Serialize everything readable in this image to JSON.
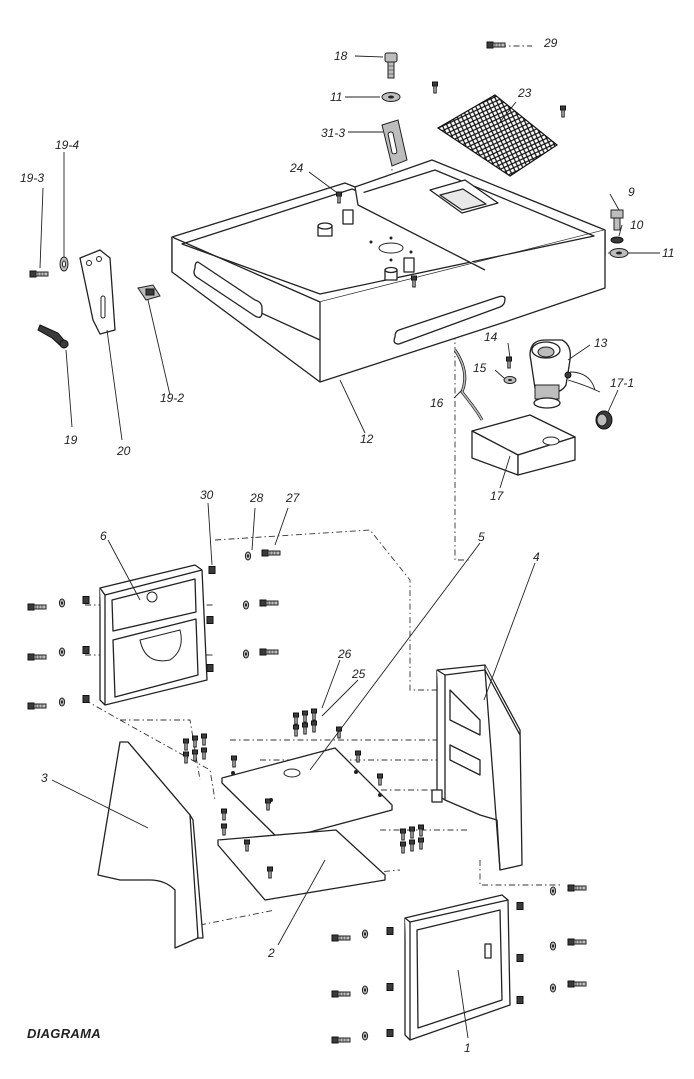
{
  "caption": "DIAGRAMA",
  "callouts": [
    {
      "id": "c1",
      "label": "1"
    },
    {
      "id": "c2",
      "label": "2"
    },
    {
      "id": "c3",
      "label": "3"
    },
    {
      "id": "c4",
      "label": "4"
    },
    {
      "id": "c5",
      "label": "5"
    },
    {
      "id": "c6",
      "label": "6"
    },
    {
      "id": "c9",
      "label": "9"
    },
    {
      "id": "c10",
      "label": "10"
    },
    {
      "id": "c11a",
      "label": "11"
    },
    {
      "id": "c11b",
      "label": "11"
    },
    {
      "id": "c12",
      "label": "12"
    },
    {
      "id": "c13",
      "label": "13"
    },
    {
      "id": "c14",
      "label": "14"
    },
    {
      "id": "c15",
      "label": "15"
    },
    {
      "id": "c16",
      "label": "16"
    },
    {
      "id": "c17",
      "label": "17"
    },
    {
      "id": "c17-1",
      "label": "17-1"
    },
    {
      "id": "c18",
      "label": "18"
    },
    {
      "id": "c19",
      "label": "19"
    },
    {
      "id": "c19-2",
      "label": "19-2"
    },
    {
      "id": "c19-3",
      "label": "19-3"
    },
    {
      "id": "c19-4",
      "label": "19-4"
    },
    {
      "id": "c20",
      "label": "20"
    },
    {
      "id": "c23",
      "label": "23"
    },
    {
      "id": "c24",
      "label": "24"
    },
    {
      "id": "c25",
      "label": "25"
    },
    {
      "id": "c26",
      "label": "26"
    },
    {
      "id": "c27",
      "label": "27"
    },
    {
      "id": "c28",
      "label": "28"
    },
    {
      "id": "c29",
      "label": "29"
    },
    {
      "id": "c30",
      "label": "30"
    },
    {
      "id": "c31-3",
      "label": "31-3"
    }
  ]
}
